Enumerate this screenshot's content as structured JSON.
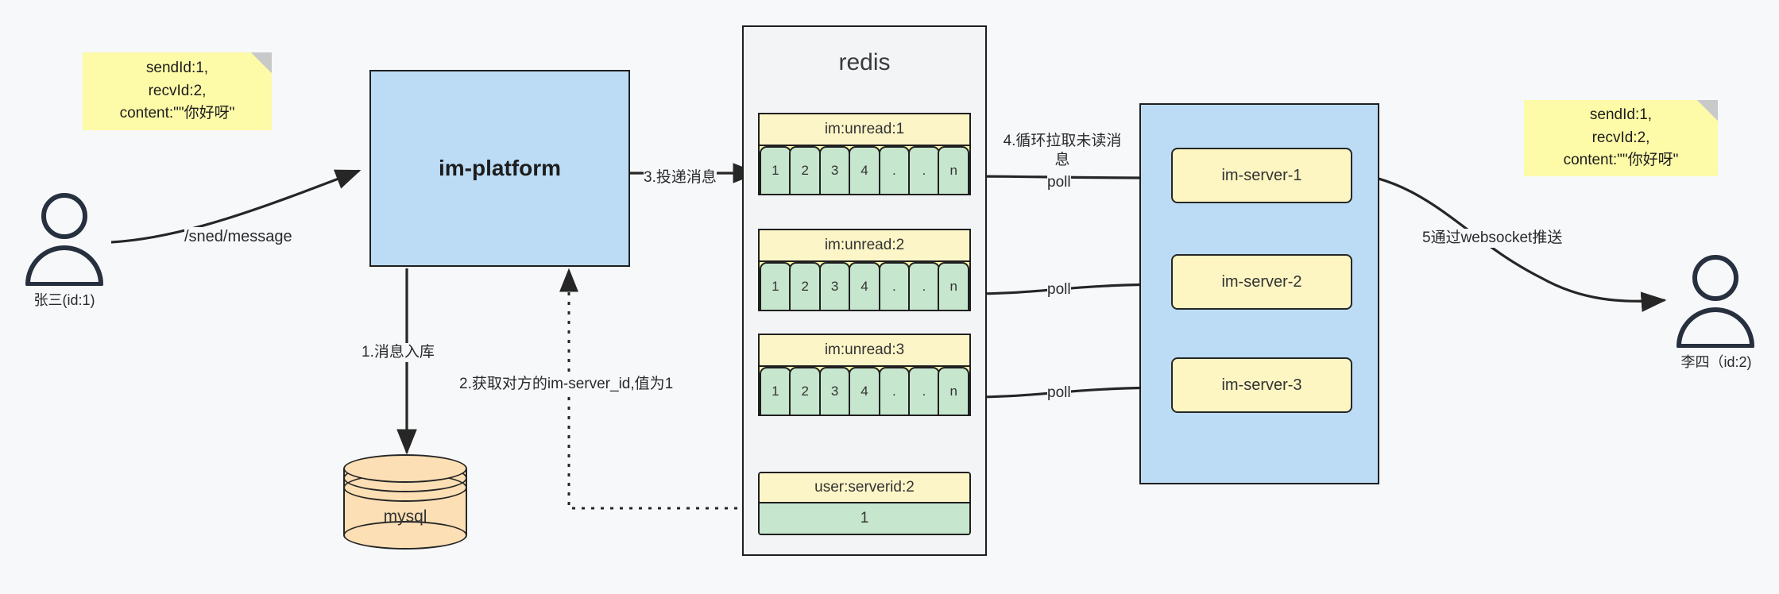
{
  "diagram": {
    "title": "im message push architecture",
    "colors": {
      "canvas": "#f7f8fa",
      "note_yellow": "#fdfaa8",
      "blue_box": "#bcdcf5",
      "green_cell": "#c6e6ce",
      "yellow_header": "#fcf5c7",
      "server_yellow": "#fdf6c3",
      "mysql_orange": "#fcdfb4",
      "stroke": "#1f1f1f",
      "redis_bg": "#f3f4f6"
    }
  },
  "actors": {
    "sender": {
      "label": "张三(id:1)",
      "icon": "person-icon"
    },
    "receiver": {
      "label": "李四（id:2)",
      "icon": "person-icon"
    }
  },
  "notes": {
    "left": {
      "line1": "sendId:1,",
      "line2": "recvId:2,",
      "line3": "content:\"\"你好呀\""
    },
    "right": {
      "line1": "sendId:1,",
      "line2": "recvId:2,",
      "line3": "content:\"\"你好呀\""
    }
  },
  "platform": {
    "label": "im-platform"
  },
  "mysql": {
    "label": "mysql"
  },
  "redis": {
    "title": "redis",
    "lists": [
      {
        "key": "im:unread:1",
        "cells": [
          "1",
          "2",
          "3",
          "4",
          ".",
          ".",
          "n"
        ]
      },
      {
        "key": "im:unread:2",
        "cells": [
          "1",
          "2",
          "3",
          "4",
          ".",
          ".",
          "n"
        ]
      },
      {
        "key": "im:unread:3",
        "cells": [
          "1",
          "2",
          "3",
          "4",
          ".",
          ".",
          "n"
        ]
      }
    ],
    "kv": {
      "key": "user:serverid:2",
      "value": "1"
    }
  },
  "servers": {
    "items": [
      {
        "label": "im-server-1"
      },
      {
        "label": "im-server-2"
      },
      {
        "label": "im-server-3"
      }
    ]
  },
  "edges": {
    "send_message": "/sned/message",
    "step1": "1.消息入库",
    "step2": "2.获取对方的im-server_id,值为1",
    "step3": "3.投递消息",
    "step4": "4.循环拉取未读消\n息",
    "step5": "5通过websocket推送",
    "poll1": "poll",
    "poll2": "poll",
    "poll3": "poll"
  }
}
